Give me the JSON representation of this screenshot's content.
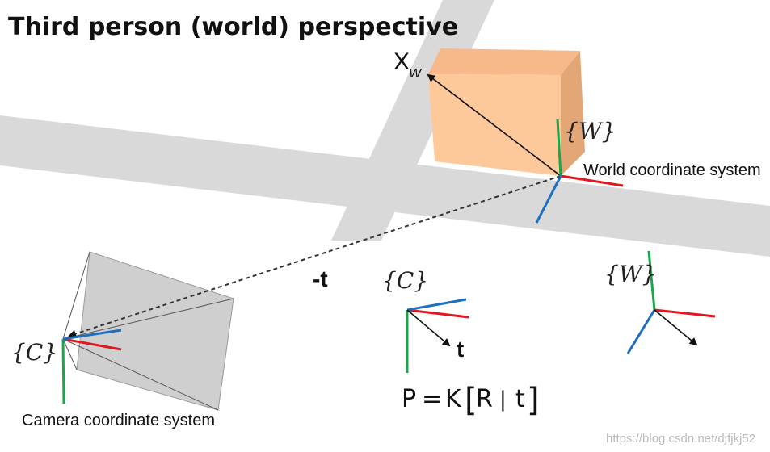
{
  "title": "Third person (world) perspective",
  "point_label": "X",
  "point_subscript": "W",
  "world_frame_label": "{W}",
  "world_system_label": "World coordinate system",
  "camera_frame_label": "{C}",
  "camera_system_label": "Camera coordinate system",
  "neg_t_label": "-t",
  "c_frame_label": "{C}",
  "t_label": "t",
  "w_frame_label": "{W}",
  "equation": {
    "lhs": "P",
    "eq": "=",
    "k": "K",
    "lbr": "[",
    "r": "R",
    "bar": "|",
    "t": "t",
    "rbr": "]"
  },
  "watermark": "https://blog.csdn.net/djfjkj52",
  "colors": {
    "road": "#d9d9d9",
    "box_front": "#fdc99a",
    "box_side": "#e3a777",
    "box_top": "#f7b98a",
    "frustum": "#cfcfcf",
    "axis_red": "#e3161f",
    "axis_green": "#1aa64b",
    "axis_blue": "#1e6fc0",
    "arrow": "#111111"
  }
}
